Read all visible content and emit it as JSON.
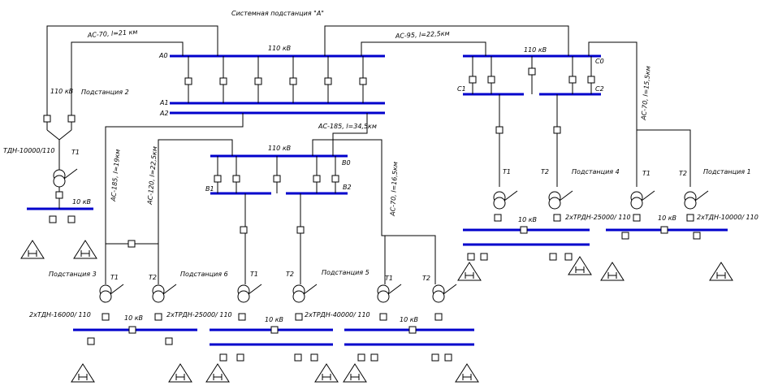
{
  "title": "Системная подстанция \"А\"",
  "line_labels": {
    "l1": "АС-70, l=21 км",
    "l2": "АС-95, l=22,5км",
    "l3": "АС-185, l=34,5км",
    "l4": "АС-185, l=19км",
    "l5": "АС-120, l=22,5км",
    "l6": "АС-70, l=16,5км",
    "l7": "АС-70, l=15,5км"
  },
  "voltages": {
    "v110": "110 кВ",
    "v10": "10 кВ"
  },
  "bus_labels": {
    "A0": "А0",
    "A1": "А1",
    "A2": "А2",
    "B0": "В0",
    "B1": "В1",
    "B2": "В2",
    "C0": "С0",
    "C1": "С1",
    "C2": "С2"
  },
  "transformer_labels": {
    "T1": "Т1",
    "T2": "Т2"
  },
  "substations": {
    "s1": "Подстанция 1",
    "s2": "Подстанция 2",
    "s3": "Подстанция 3",
    "s4": "Подстанция 4",
    "s5": "Подстанция 5",
    "s6": "Подстанция 6"
  },
  "transformer_types": {
    "tdn10000_top": "ТДН-10000/110",
    "tdn10000_s1": "2хТДН-10000/ 110",
    "trdn25000_s4": "2хТРДН-25000/ 110",
    "tdn16000": "2хТДН-16000/ 110",
    "trdn25000_s6": "2хТРДН-25000/ 110",
    "trdn40000": "2хТРДН-40000/ 110"
  }
}
